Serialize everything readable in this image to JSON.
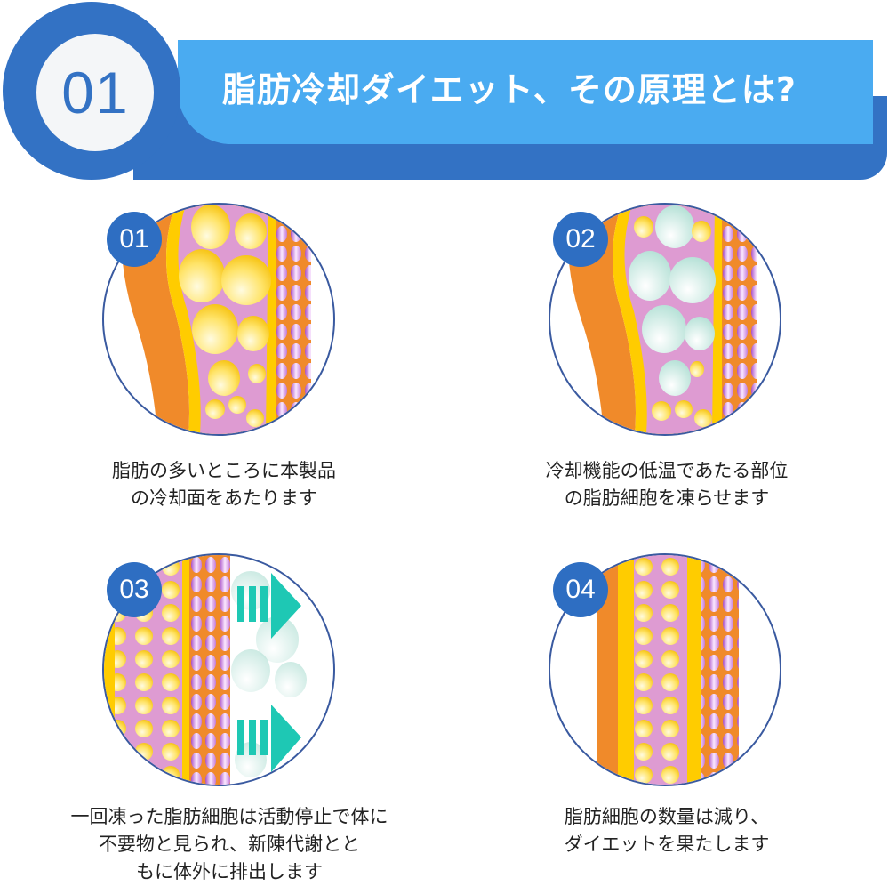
{
  "header": {
    "number": "01",
    "title": "脂肪冷却ダイエット、その原理とは?",
    "colors": {
      "dark_blue": "#3372c4",
      "light_blue": "#4aabf1",
      "badge_blue": "#2e6ec2"
    }
  },
  "steps": [
    {
      "badge": "01",
      "illustration": "fat-cells-warm",
      "caption_lines": [
        "脂肪の多いところに本製品",
        "の冷却面をあたります"
      ]
    },
    {
      "badge": "02",
      "illustration": "fat-cells-frozen",
      "caption_lines": [
        "冷却機能の低温であたる部位",
        "の脂肪細胞を凍らせます"
      ]
    },
    {
      "badge": "03",
      "illustration": "fat-cells-excreted",
      "caption_lines": [
        "一回凍った脂肪細胞は活動停止で体に",
        "不要物と見られ、新陳代謝とと",
        "もに体外に排出します"
      ]
    },
    {
      "badge": "04",
      "illustration": "fat-cells-reduced",
      "caption_lines": [
        "脂肪細胞の数量は減り、",
        "ダイエットを果たします"
      ]
    }
  ]
}
